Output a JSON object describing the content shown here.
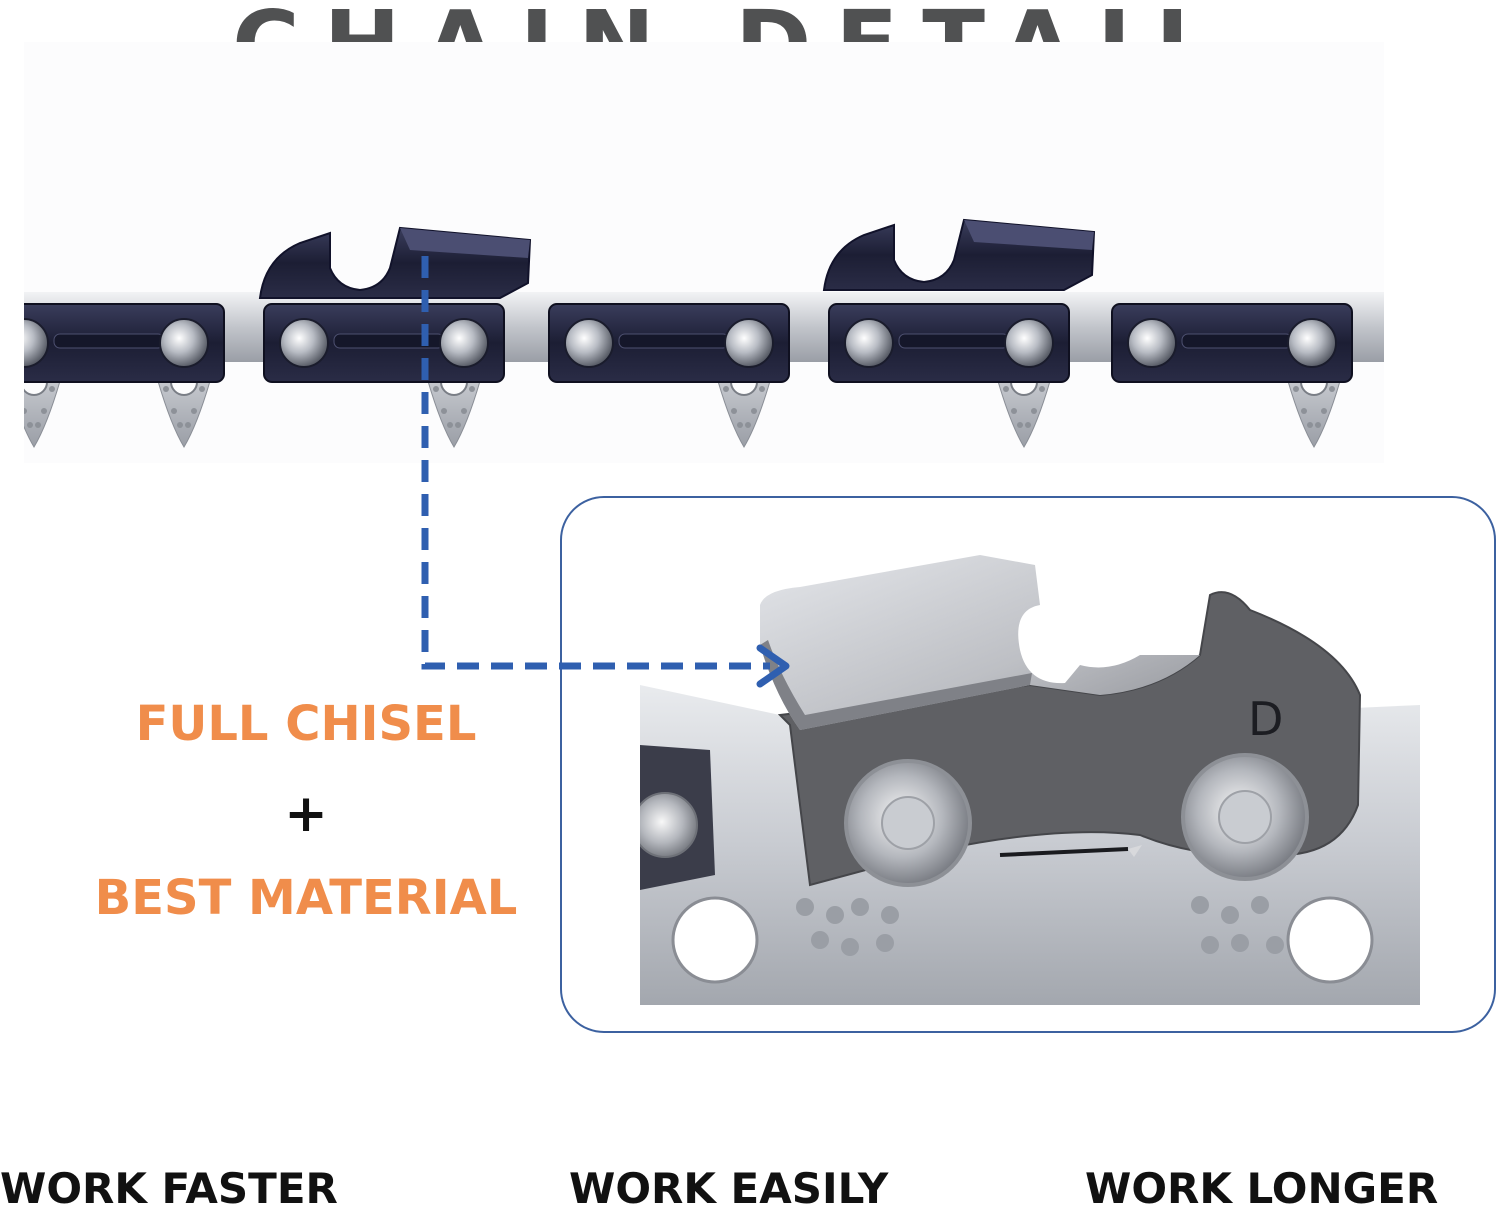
{
  "title": "CHAIN DETAIL",
  "callout": {
    "line1": "FULL CHISEL",
    "plus": "+",
    "line2": "BEST MATERIAL"
  },
  "benefits": [
    "WORK FASTER",
    "WORK EASILY",
    "WORK LONGER"
  ],
  "detail": {
    "cutter_mark": "D"
  },
  "colors": {
    "title": "#505152",
    "accent_orange": "#f08d4b",
    "frame_blue": "#3c61a0",
    "arrow_blue": "#2f5fb0",
    "chain_dark": "#232540",
    "steel": "#c9ccd1"
  }
}
